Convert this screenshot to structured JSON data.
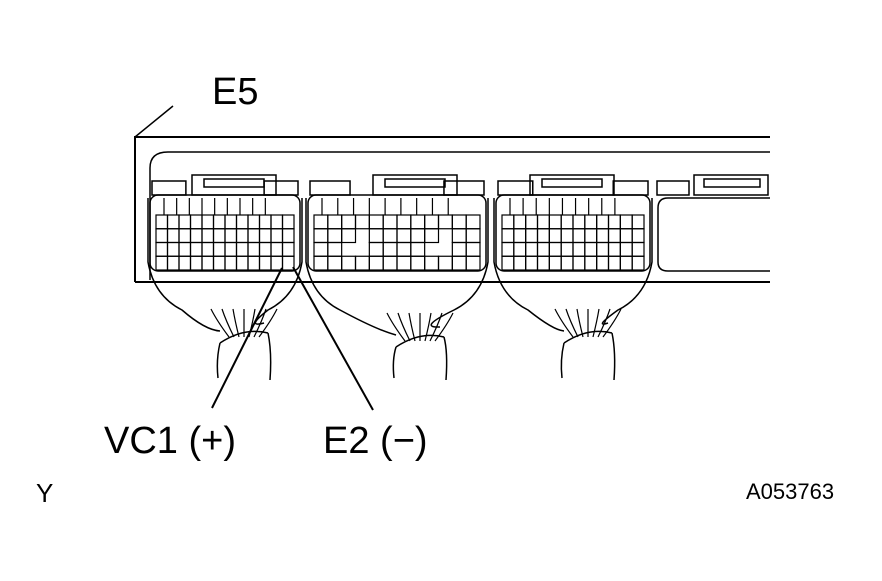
{
  "diagram": {
    "connector_label": "E5",
    "terminal_positive": "VC1 (+)",
    "terminal_negative": "E2 (−)",
    "corner_mark": "Y",
    "figure_code": "A053763"
  },
  "colors": {
    "line": "#000000",
    "background": "#ffffff"
  }
}
